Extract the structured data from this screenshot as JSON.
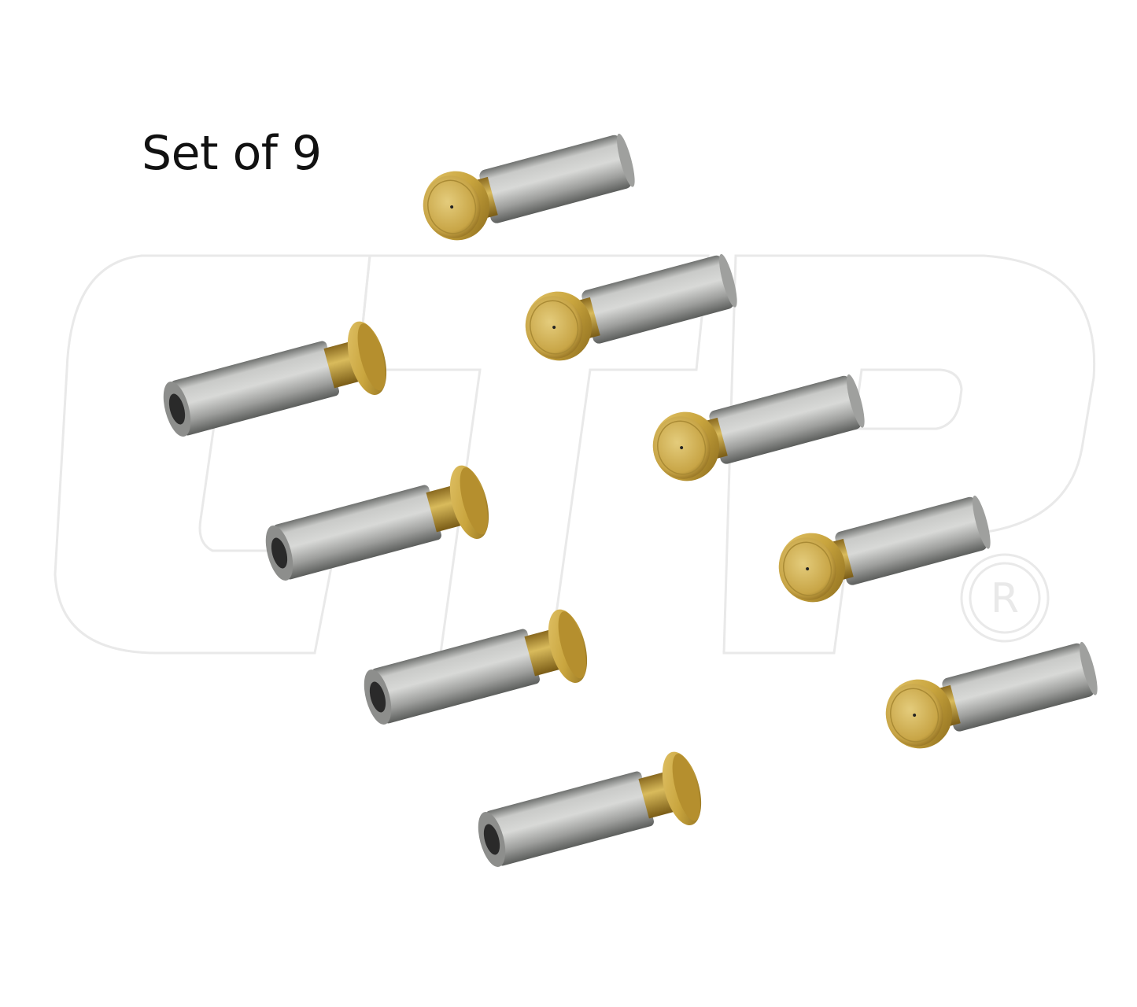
{
  "caption": "Set of 9",
  "watermark": {
    "letters": "CTP",
    "mark": "registered-trademark-icon"
  },
  "product": {
    "count": 9,
    "item": "piston",
    "colors": {
      "steel": "#a9aaa9",
      "brass": "#c9a53e",
      "background": "#ffffff"
    }
  },
  "pistons": [
    {
      "id": "p1",
      "view": "shoe-facing"
    },
    {
      "id": "p2",
      "view": "shoe-facing"
    },
    {
      "id": "p3",
      "view": "shoe-facing"
    },
    {
      "id": "p4",
      "view": "shoe-facing"
    },
    {
      "id": "p5",
      "view": "shoe-facing"
    },
    {
      "id": "p6",
      "view": "bore-facing"
    },
    {
      "id": "p7",
      "view": "bore-facing"
    },
    {
      "id": "p8",
      "view": "bore-facing"
    },
    {
      "id": "p9",
      "view": "bore-facing"
    }
  ]
}
